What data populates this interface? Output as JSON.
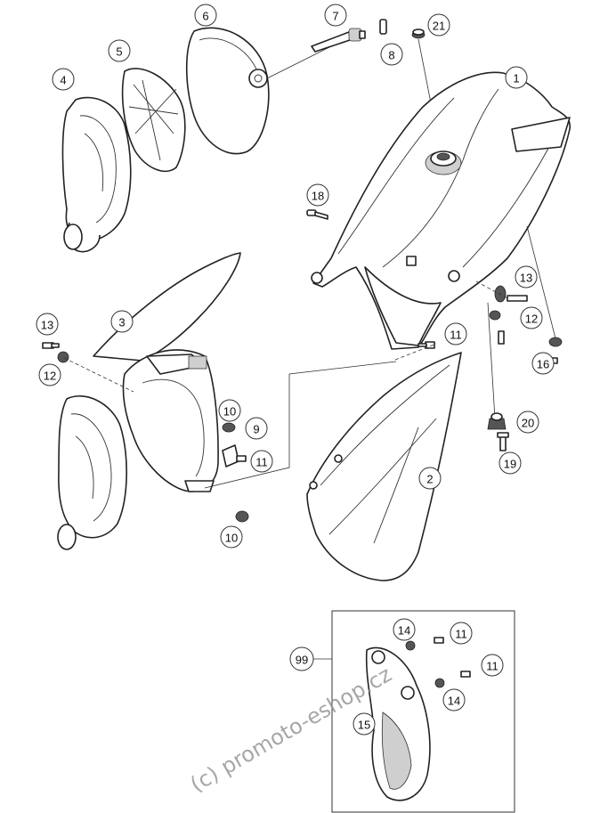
{
  "callouts": {
    "c1": "1",
    "c2": "2",
    "c3": "3",
    "c4": "4",
    "c5": "5",
    "c6": "6",
    "c7": "7",
    "c8": "8",
    "c9": "9",
    "c10a": "10",
    "c10b": "10",
    "c11a": "11",
    "c11b": "11",
    "c11c": "11",
    "c11d": "11",
    "c12a": "12",
    "c12b": "12",
    "c13a": "13",
    "c13b": "13",
    "c14a": "14",
    "c14b": "14",
    "c15": "15",
    "c16": "16",
    "c18": "18",
    "c19": "19",
    "c20": "20",
    "c21": "21",
    "c99": "99"
  },
  "watermark": "(c) promoto-eshop.cz",
  "colors": {
    "line": "#222222",
    "shade": "#cfcfcf",
    "watermark": "#8a8a8a"
  }
}
